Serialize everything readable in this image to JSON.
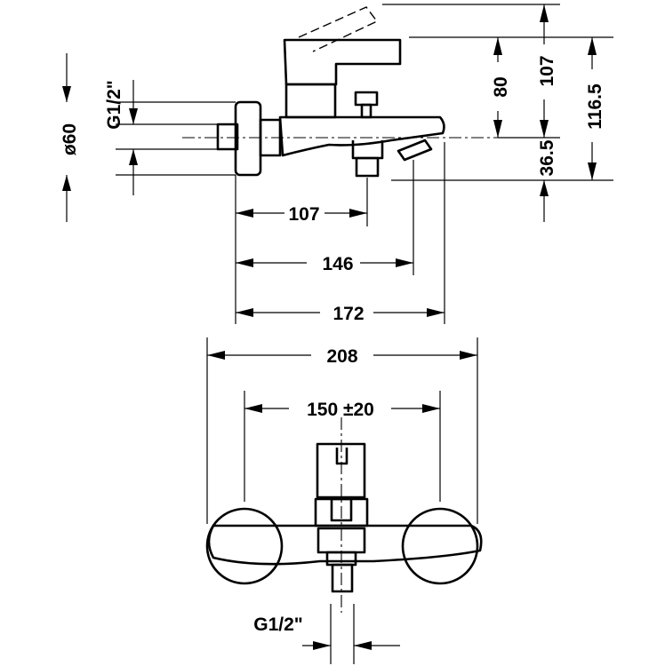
{
  "dimensions": {
    "side_view": {
      "inlet_thread": "G1/2\"",
      "wall_diameter": "ø60",
      "spout_reach": "107",
      "lever_reach": "146",
      "total_projection": "172",
      "spout_height": "80",
      "lever_height": "107",
      "overall_height": "116.5",
      "outlet_drop": "36.5"
    },
    "front_view": {
      "overall_width": "208",
      "center_distance": "150 ±20",
      "outlet_thread": "G1/2\""
    }
  }
}
